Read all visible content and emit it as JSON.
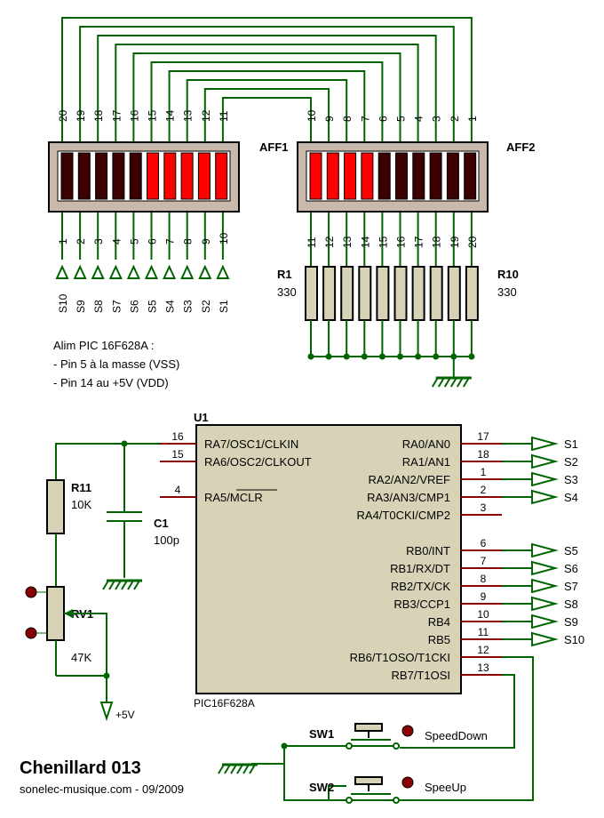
{
  "components": {
    "aff1": {
      "ref": "AFF1",
      "top_pins": [
        "20",
        "19",
        "18",
        "17",
        "16",
        "15",
        "14",
        "13",
        "12",
        "11"
      ],
      "bottom_pins": [
        "1",
        "2",
        "3",
        "4",
        "5",
        "6",
        "7",
        "8",
        "9",
        "10"
      ],
      "segments_lit": [
        false,
        false,
        false,
        false,
        false,
        true,
        true,
        true,
        true,
        true
      ]
    },
    "aff2": {
      "ref": "AFF2",
      "top_pins": [
        "10",
        "9",
        "8",
        "7",
        "6",
        "5",
        "4",
        "3",
        "2",
        "1"
      ],
      "bottom_pins": [
        "11",
        "12",
        "13",
        "14",
        "15",
        "16",
        "17",
        "18",
        "19",
        "20"
      ],
      "segments_lit": [
        true,
        true,
        true,
        true,
        false,
        false,
        false,
        false,
        false,
        false
      ]
    },
    "aff1_terminals": [
      "S10",
      "S9",
      "S8",
      "S7",
      "S6",
      "S5",
      "S4",
      "S3",
      "S2",
      "S1"
    ],
    "r1": {
      "ref": "R1",
      "value": "330"
    },
    "r10": {
      "ref": "R10",
      "value": "330"
    },
    "r11": {
      "ref": "R11",
      "value": "10K"
    },
    "c1": {
      "ref": "C1",
      "value": "100p"
    },
    "rv1": {
      "ref": "RV1",
      "value": "47K"
    },
    "u1": {
      "ref": "U1",
      "part": "PIC16F628A"
    },
    "sw1": {
      "ref": "SW1",
      "label": "SpeedDown"
    },
    "sw2": {
      "ref": "SW2",
      "label": "SpeeUp"
    },
    "supply": "+5V"
  },
  "u1_left_pins": [
    {
      "num": "16",
      "name": "RA7/OSC1/CLKIN"
    },
    {
      "num": "15",
      "name": "RA6/OSC2/CLKOUT"
    },
    {
      "num": "4",
      "name": "RA5/MCLR"
    }
  ],
  "u1_right_pins": [
    {
      "num": "17",
      "name": "RA0/AN0",
      "out": "S1"
    },
    {
      "num": "18",
      "name": "RA1/AN1",
      "out": "S2"
    },
    {
      "num": "1",
      "name": "RA2/AN2/VREF",
      "out": "S3"
    },
    {
      "num": "2",
      "name": "RA3/AN3/CMP1",
      "out": "S4"
    },
    {
      "num": "3",
      "name": "RA4/T0CKI/CMP2",
      "out": ""
    },
    {
      "num": "6",
      "name": "RB0/INT",
      "out": "S5"
    },
    {
      "num": "7",
      "name": "RB1/RX/DT",
      "out": "S6"
    },
    {
      "num": "8",
      "name": "RB2/TX/CK",
      "out": "S7"
    },
    {
      "num": "9",
      "name": "RB3/CCP1",
      "out": "S8"
    },
    {
      "num": "10",
      "name": "RB4",
      "out": "S9"
    },
    {
      "num": "11",
      "name": "RB5",
      "out": "S10"
    },
    {
      "num": "12",
      "name": "RB6/T1OSO/T1CKI",
      "out": ""
    },
    {
      "num": "13",
      "name": "RB7/T1OSI",
      "out": ""
    }
  ],
  "notes": {
    "line1": "Alim PIC 16F628A :",
    "line2": "- Pin 5 à la masse (VSS)",
    "line3": "- Pin 14 au +5V (VDD)"
  },
  "title": "Chenillard 013",
  "footer": "sonelec-musique.com - 09/2009",
  "colors": {
    "wire": "#006400",
    "body": "#d8d3b6",
    "pinline": "#8b0000",
    "lit": "#ff0000",
    "unlit": "#3b0000",
    "bargraph": "#c9b9ad"
  }
}
